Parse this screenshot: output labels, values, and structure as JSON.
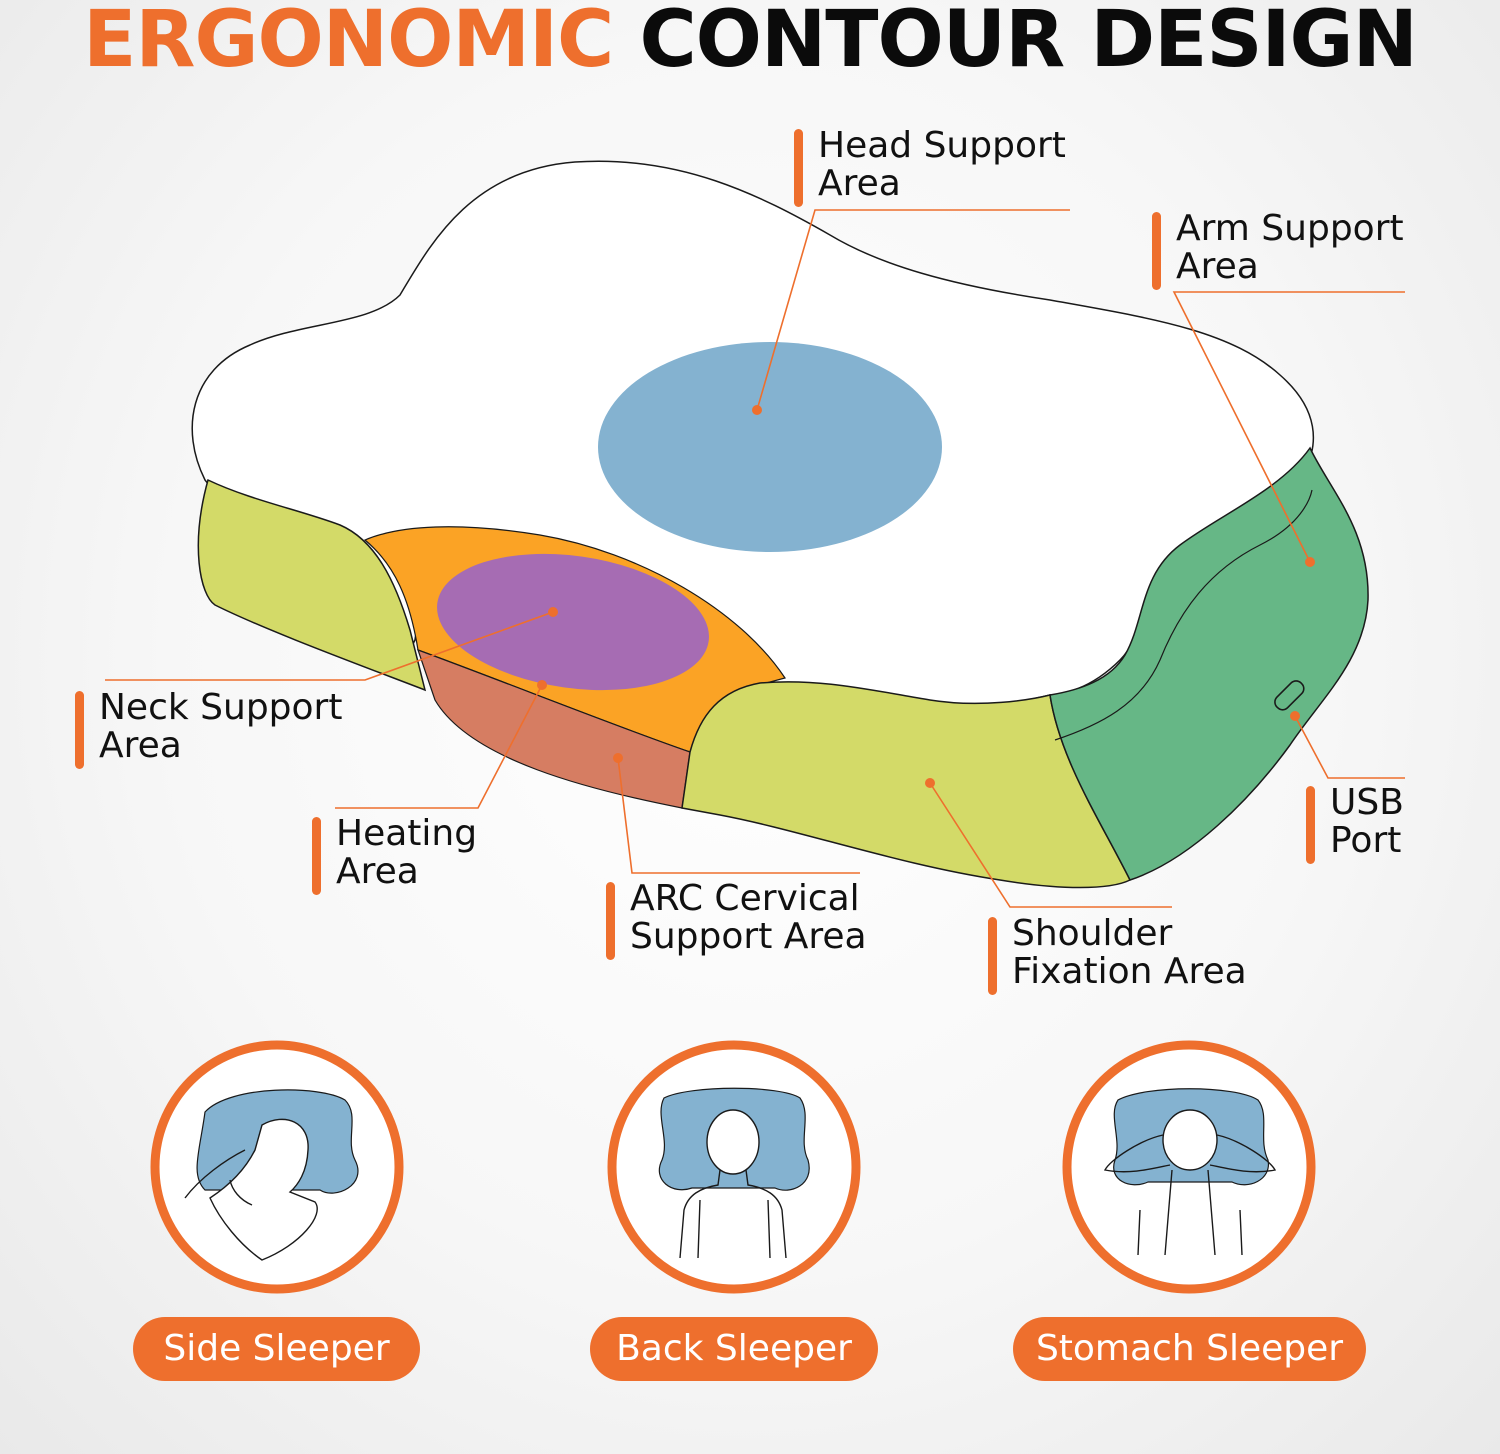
{
  "title": {
    "accent": "ERGONOMIC",
    "main": "CONTOUR DESIGN"
  },
  "colors": {
    "accent": "#ee6f2d",
    "head_area": "#84b2d0",
    "neck_area": "#a66cb3",
    "heating_area": "#fba325",
    "arc_area": "#d67d62",
    "shoulder_area": "#d3da68",
    "arm_area": "#66b786"
  },
  "labels": {
    "head": {
      "line1": "Head Support",
      "line2": "Area"
    },
    "arm": {
      "line1": "Arm Support",
      "line2": "Area"
    },
    "neck": {
      "line1": "Neck Support",
      "line2": "Area"
    },
    "heating": {
      "line1": "Heating",
      "line2": "Area"
    },
    "arc": {
      "line1": "ARC Cervical",
      "line2": "Support Area"
    },
    "shoulder": {
      "line1": "Shoulder",
      "line2": "Fixation Area"
    },
    "usb": {
      "line1": "USB",
      "line2": "Port"
    }
  },
  "sleepers": [
    {
      "label": "Side Sleeper",
      "icon": "side-sleeper-icon"
    },
    {
      "label": "Back Sleeper",
      "icon": "back-sleeper-icon"
    },
    {
      "label": "Stomach Sleeper",
      "icon": "stomach-sleeper-icon"
    }
  ]
}
